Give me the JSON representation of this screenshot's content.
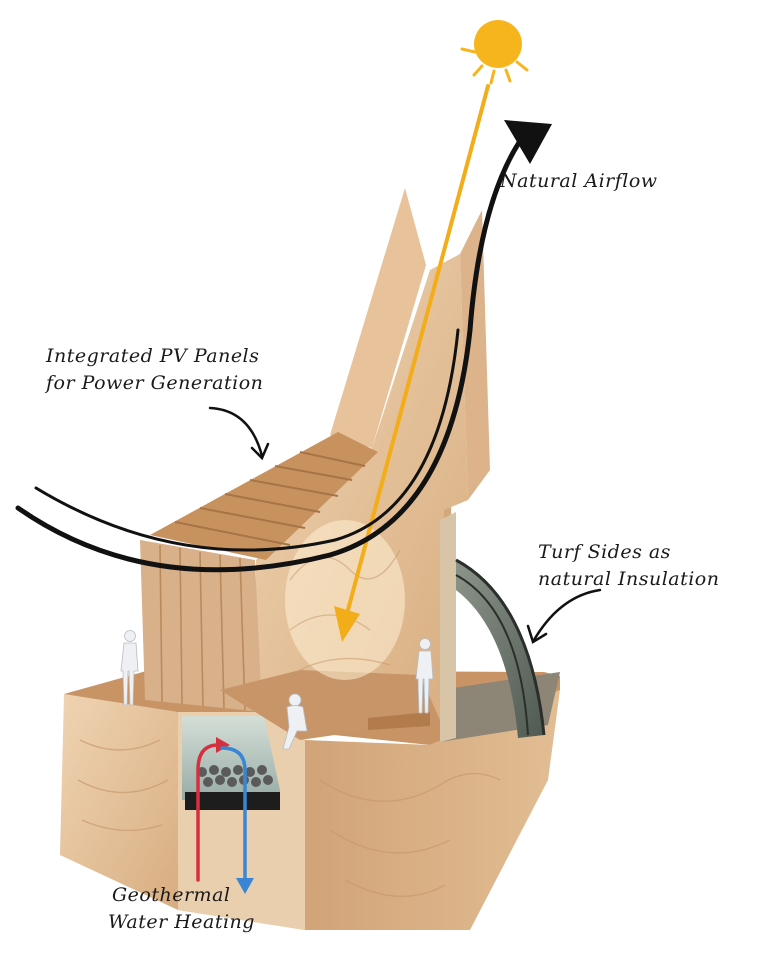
{
  "labels": {
    "natural_airflow": "Natural Airflow",
    "pv_panels": {
      "line1": "Integrated PV Panels",
      "line2": "for Power Generation"
    },
    "turf_sides": {
      "line1": "Turf Sides as",
      "line2": "natural Insulation"
    },
    "geothermal": {
      "line1": "Geothermal",
      "line2": "Water Heating"
    }
  },
  "icons": {
    "sun": "sun-icon",
    "person": "person-figure-icon"
  },
  "colors": {
    "sun": "#f7b51d",
    "sun_ray": "#f2ad18",
    "airflow": "#111111",
    "wood_light": "#e8c9a6",
    "wood_mid": "#d9ae82",
    "wood_dark": "#b98454",
    "water": "#a9c2bf",
    "hot_arrow": "#d6303e",
    "cold_arrow": "#3a86d4",
    "turf": "#6f7a6e"
  }
}
